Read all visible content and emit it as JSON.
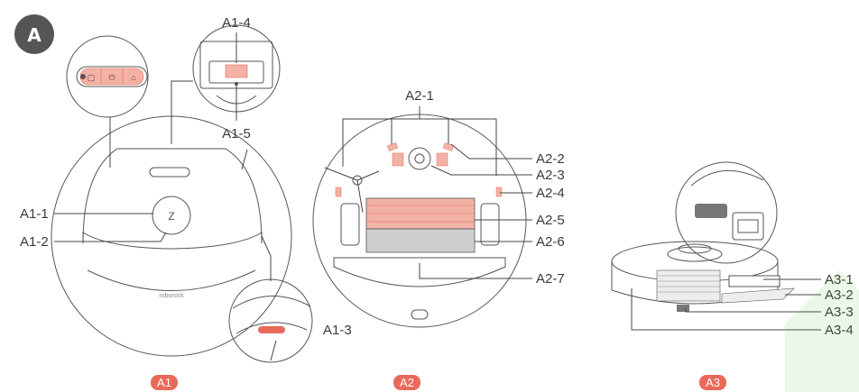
{
  "section_badge": "A",
  "a1": {
    "caption": "A1",
    "labels": {
      "a1_1": "A1-1",
      "a1_2": "A1-2",
      "a1_3": "A1-3",
      "a1_4": "A1-4",
      "a1_5": "A1-5"
    },
    "brand_mark": "roborock"
  },
  "a2": {
    "caption": "A2",
    "labels": {
      "a2_1": "A2-1",
      "a2_2": "A2-2",
      "a2_3": "A2-3",
      "a2_4": "A2-4",
      "a2_5": "A2-5",
      "a2_6": "A2-6",
      "a2_7": "A2-7"
    }
  },
  "a3": {
    "caption": "A3",
    "labels": {
      "a3_1": "A3-1",
      "a3_2": "A3-2",
      "a3_3": "A3-3",
      "a3_4": "A3-4"
    }
  },
  "colors": {
    "accent": "#e9695a",
    "highlight": "#f2b2a5",
    "badge": "#555555",
    "outline": "#555555"
  }
}
